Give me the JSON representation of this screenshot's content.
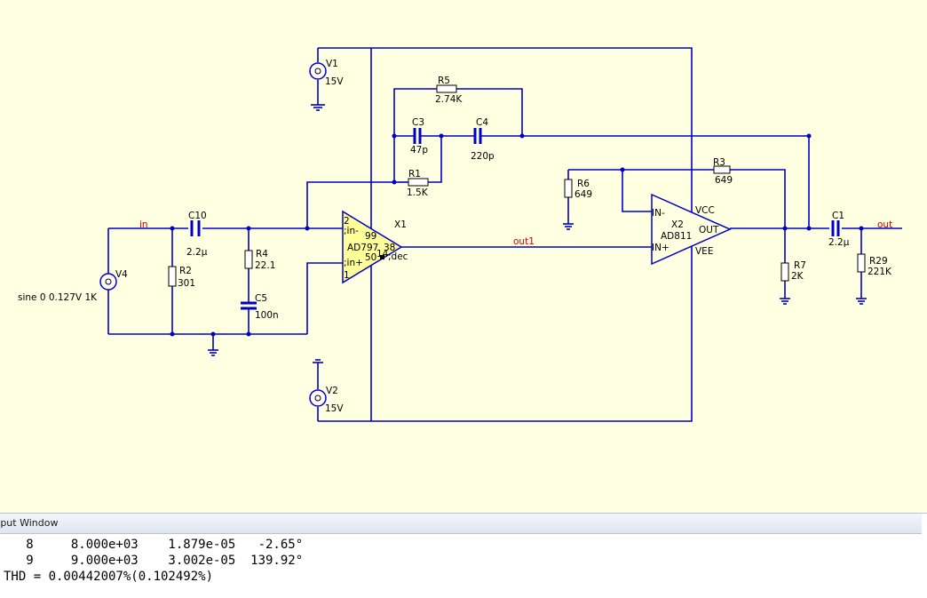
{
  "schematic": {
    "net_labels": {
      "in": "in",
      "out1": "out1",
      "out": "out"
    },
    "components": {
      "V1": {
        "name": "V1",
        "value": "15V"
      },
      "V2": {
        "name": "V2",
        "value": "15V"
      },
      "V4": {
        "name": "V4",
        "value": "sine 0 0.127V 1K"
      },
      "R1": {
        "name": "R1",
        "value": "1.5K"
      },
      "R2": {
        "name": "R2",
        "value": "301"
      },
      "R3": {
        "name": "R3",
        "value": "649"
      },
      "R4": {
        "name": "R4",
        "value": "22.1"
      },
      "R5": {
        "name": "R5",
        "value": "2.74K"
      },
      "R6": {
        "name": "R6",
        "value": "649"
      },
      "R7": {
        "name": "R7",
        "value": "2K"
      },
      "R29": {
        "name": "R29",
        "value": "221K"
      },
      "C1": {
        "name": "C1",
        "value": "2.2µ"
      },
      "C3": {
        "name": "C3",
        "value": "47p"
      },
      "C4": {
        "name": "C4",
        "value": "220p"
      },
      "C5": {
        "name": "C5",
        "value": "100n"
      },
      "C10": {
        "name": "C10",
        "value": "2.2µ"
      },
      "X1": {
        "name": "X1",
        "model": "AD797",
        "pins": {
          "p2": "2",
          "in_minus": ";in-",
          "p99": "99",
          "p38": "38",
          "in_plus": ";in+",
          "p50": "50",
          "p1": "1",
          "p14": "14",
          "dec": ";dec"
        }
      },
      "X2": {
        "name": "X2",
        "model": "AD811",
        "pins": {
          "in_minus": "IN-",
          "in_plus": "IN+",
          "vcc": "VCC",
          "out": "OUT",
          "vee": "VEE"
        }
      }
    }
  },
  "output_window": {
    "title": "tput Window",
    "lines": [
      "   8     8.000e+03    1.879e-05   -2.65°",
      "   9     9.000e+03    3.002e-05  139.92°",
      "THD = 0.00442007%(0.102492%)"
    ]
  },
  "colors": {
    "wire": "#0000c8",
    "net_label": "#d00000",
    "canvas": "#ffffe1",
    "opamp_fill": "#ffff99"
  }
}
